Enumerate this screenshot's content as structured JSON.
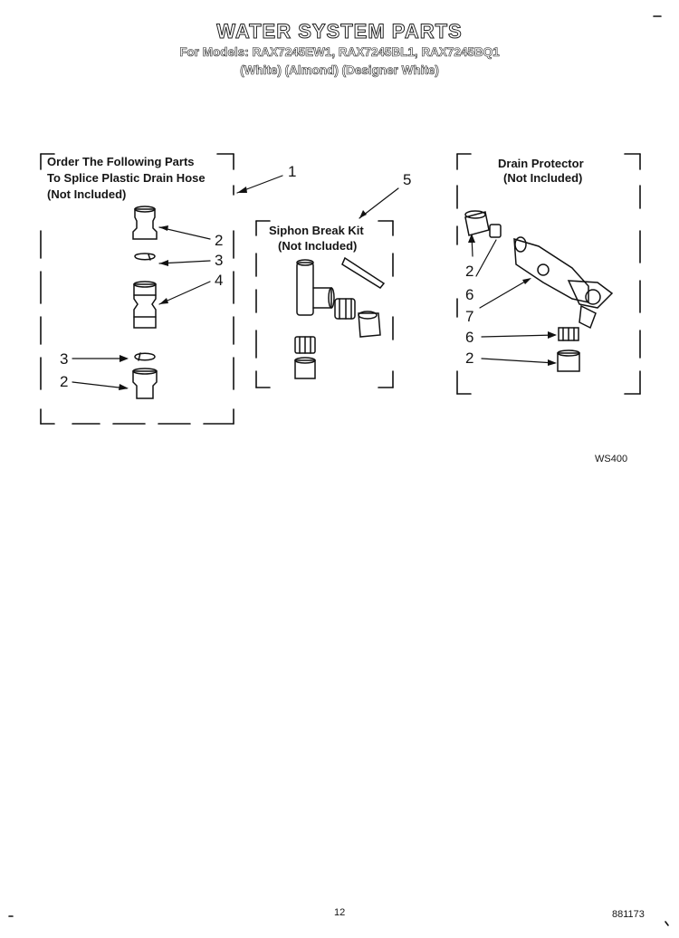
{
  "header": {
    "title": "WATER SYSTEM PARTS",
    "models": "For Models: RAX7245EW1, RAX7245BL1, RAX7245BQ1",
    "colors": "(White)       (Almond) (Designer White)"
  },
  "groups": {
    "splice": {
      "line1": "Order The Following Parts",
      "line2": "To Splice Plastic Drain Hose",
      "line3": "(Not Included)"
    },
    "siphon": {
      "line1": "Siphon Break Kit",
      "line2": "(Not Included)"
    },
    "drain": {
      "line1": "Drain Protector",
      "line2": "(Not Included)"
    }
  },
  "callouts": {
    "c1": "1",
    "c5": "5",
    "s2a": "2",
    "s3a": "3",
    "s4": "4",
    "s3b": "3",
    "s2b": "2",
    "d2a": "2",
    "d6a": "6",
    "d7": "7",
    "d6b": "6",
    "d2b": "2"
  },
  "footer": {
    "code": "WS400",
    "page": "12",
    "doc": "881173"
  }
}
